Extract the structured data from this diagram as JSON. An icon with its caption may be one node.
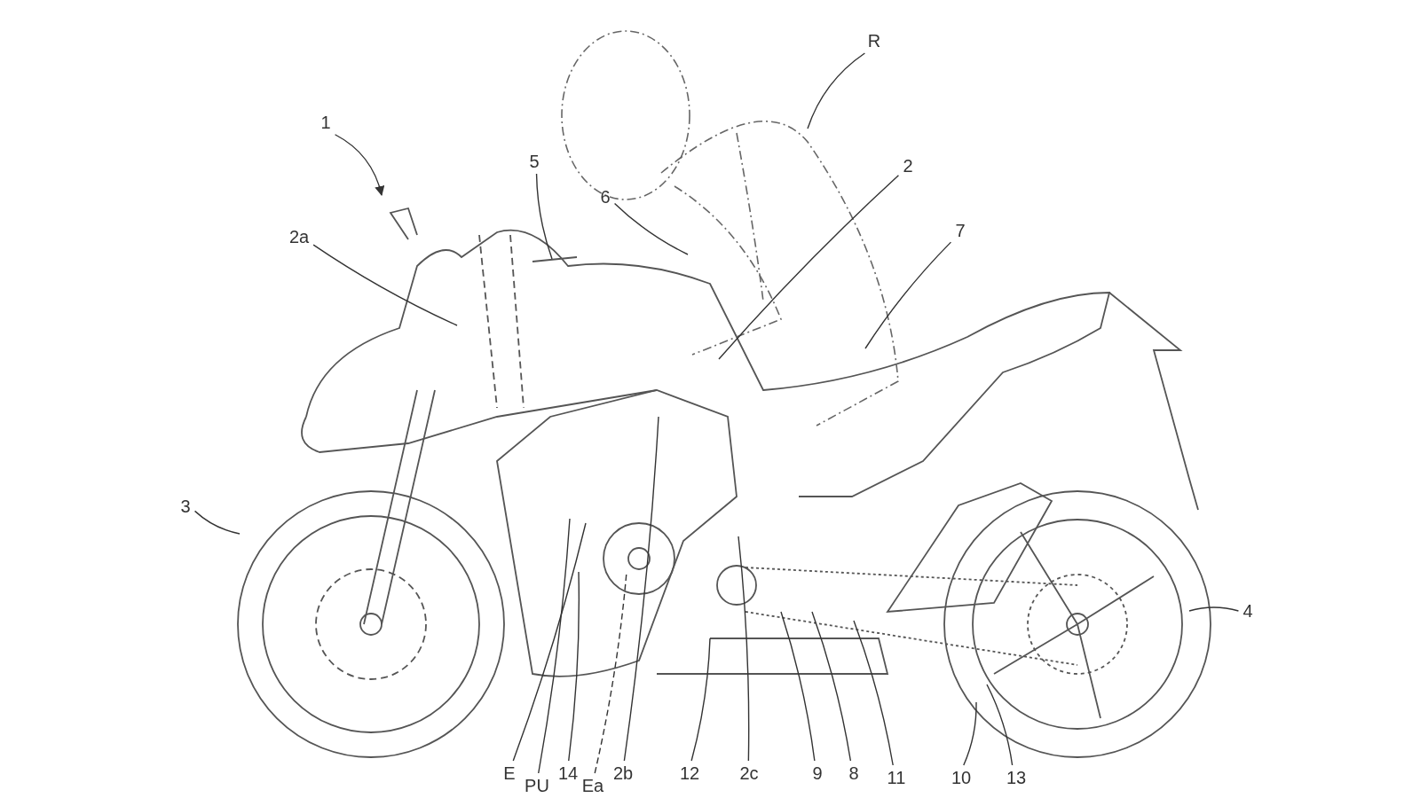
{
  "diagram": {
    "nodes": [
      {
        "text": [
          "R"
        ]
      },
      {
        "text": [
          "1"
        ]
      },
      {
        "text": [
          "2"
        ]
      },
      {
        "text": [
          "5"
        ]
      },
      {
        "text": [
          "6"
        ]
      },
      {
        "text": [
          "7"
        ]
      },
      {
        "text": [
          "2a"
        ]
      },
      {
        "text": [
          "3"
        ]
      },
      {
        "text": [
          "4"
        ]
      },
      {
        "text": [
          "E"
        ]
      },
      {
        "text": [
          "14"
        ]
      },
      {
        "text": [
          "2b"
        ]
      },
      {
        "text": [
          "12"
        ]
      },
      {
        "text": [
          "2c"
        ]
      },
      {
        "text": [
          "9"
        ]
      },
      {
        "text": [
          "8"
        ]
      },
      {
        "text": [
          "11"
        ]
      },
      {
        "text": [
          "10"
        ]
      },
      {
        "text": [
          "13"
        ]
      },
      {
        "text": [
          "PU"
        ]
      },
      {
        "text": [
          "Ea"
        ]
      }
    ],
    "edges": [
      {
        "from": 0,
        "to": null,
        "arrow": "none"
      },
      {
        "from": 1,
        "to": null,
        "arrow": "to"
      },
      {
        "from": 2,
        "to": null,
        "arrow": "none"
      },
      {
        "from": 3,
        "to": null,
        "arrow": "none"
      },
      {
        "from": 4,
        "to": null,
        "arrow": "none"
      },
      {
        "from": 5,
        "to": null,
        "arrow": "none"
      },
      {
        "from": 6,
        "to": null,
        "arrow": "none"
      },
      {
        "from": 7,
        "to": null,
        "arrow": "none"
      },
      {
        "from": 8,
        "to": null,
        "arrow": "none"
      },
      {
        "from": 9,
        "to": null,
        "arrow": "none"
      },
      {
        "from": 10,
        "to": null,
        "arrow": "none"
      },
      {
        "from": 11,
        "to": null,
        "arrow": "none"
      },
      {
        "from": 12,
        "to": null,
        "arrow": "none"
      },
      {
        "from": 13,
        "to": null,
        "arrow": "none"
      },
      {
        "from": 14,
        "to": null,
        "arrow": "none"
      },
      {
        "from": 15,
        "to": null,
        "arrow": "none"
      },
      {
        "from": 16,
        "to": null,
        "arrow": "none"
      },
      {
        "from": 17,
        "to": null,
        "arrow": "none"
      },
      {
        "from": 18,
        "to": null,
        "arrow": "none"
      },
      {
        "from": 19,
        "to": null,
        "arrow": "none"
      },
      {
        "from": 20,
        "to": null,
        "arrow": "none",
        "style": "dashed"
      }
    ]
  }
}
